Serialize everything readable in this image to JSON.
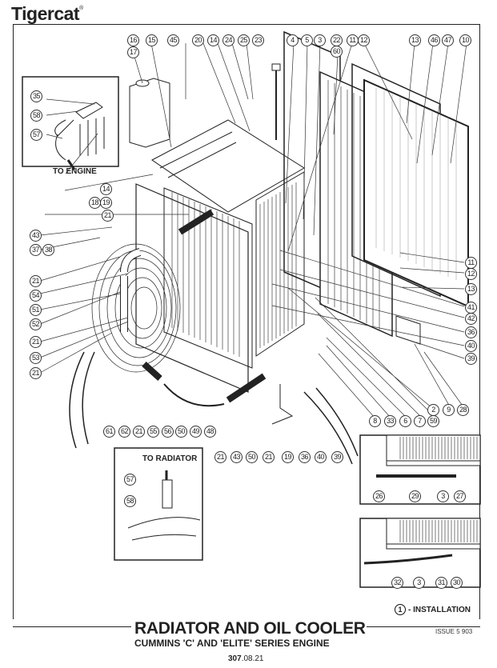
{
  "brand": {
    "name": "Tigercat",
    "mark": "®"
  },
  "document": {
    "title": "RADIATOR AND OIL COOLER",
    "subtitle": "CUMMINS 'C' AND 'ELITE' SERIES ENGINE",
    "page_number_bold": "307",
    "page_number_rest": ".08.21",
    "issue": "ISSUE 5 903",
    "legend": {
      "symbol": "1",
      "label": "- INSTALLATION"
    }
  },
  "insets": {
    "to_engine": {
      "label": "TO ENGINE",
      "callouts": [
        "35",
        "58",
        "57"
      ]
    },
    "to_radiator": {
      "label": "TO RADIATOR",
      "callouts": [
        "57",
        "58"
      ]
    },
    "detail_a": {
      "callouts": [
        "26",
        "29",
        "3",
        "27"
      ]
    },
    "detail_b": {
      "callouts": [
        "32",
        "3",
        "31",
        "30"
      ]
    }
  },
  "callouts": {
    "top_row": [
      "16",
      "17",
      "15",
      "45",
      "20",
      "14",
      "24",
      "25",
      "23",
      "4",
      "5",
      "3",
      "22",
      "60",
      "11",
      "12",
      "13",
      "46",
      "47",
      "10"
    ],
    "left_column": [
      "14",
      "18",
      "19",
      "21",
      "43",
      "37",
      "38",
      "21",
      "54",
      "51",
      "52",
      "21",
      "53",
      "21"
    ],
    "right_column": [
      "11",
      "12",
      "13",
      "41",
      "42",
      "36",
      "40",
      "39"
    ],
    "lower_right": [
      "2",
      "9",
      "28",
      "8",
      "33",
      "6",
      "7",
      "59"
    ],
    "bottom_row_a": [
      "61",
      "62",
      "21",
      "55",
      "56",
      "50",
      "49",
      "48"
    ],
    "bottom_row_b": [
      "21",
      "43",
      "50",
      "21",
      "19",
      "36",
      "40",
      "39"
    ]
  }
}
